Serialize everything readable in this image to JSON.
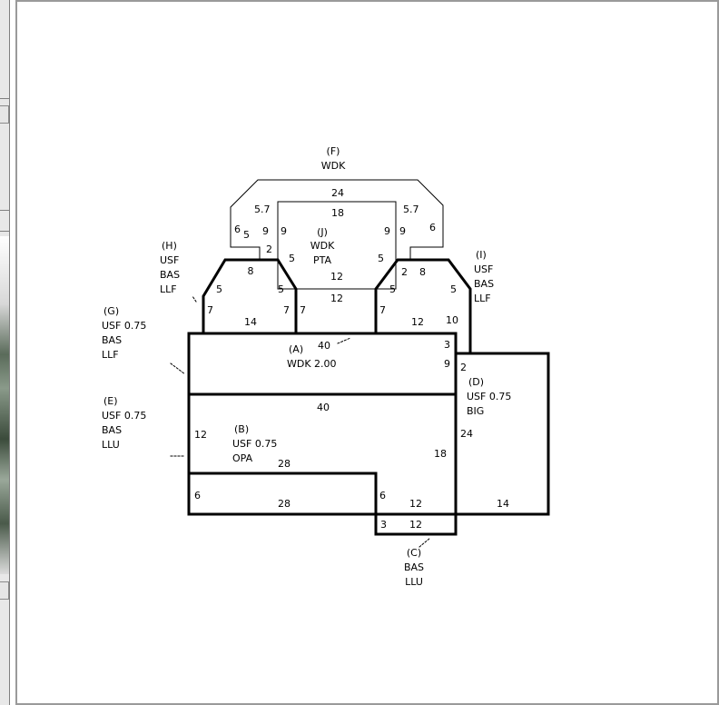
{
  "areas": [
    {
      "id": "F",
      "letter": "(F)",
      "lines": [
        "WDK"
      ]
    },
    {
      "id": "J",
      "letter": "(J)",
      "lines": [
        "WDK",
        "PTA"
      ]
    },
    {
      "id": "H",
      "letter": "(H)",
      "lines": [
        "USF",
        "BAS",
        "LLF"
      ]
    },
    {
      "id": "I",
      "letter": "(I)",
      "lines": [
        "USF",
        "BAS",
        "LLF"
      ]
    },
    {
      "id": "G",
      "letter": "(G)",
      "lines": [
        "USF 0.75",
        "BAS",
        "LLF"
      ]
    },
    {
      "id": "A",
      "letter": "(A)",
      "lines": [
        "WDK 2.00"
      ]
    },
    {
      "id": "D",
      "letter": "(D)",
      "lines": [
        "USF 0.75",
        "BIG"
      ]
    },
    {
      "id": "E",
      "letter": "(E)",
      "lines": [
        "USF 0.75",
        "BAS",
        "LLU"
      ]
    },
    {
      "id": "B",
      "letter": "(B)",
      "lines": [
        "USF 0.75",
        "OPA"
      ]
    },
    {
      "id": "C",
      "letter": "(C)",
      "lines": [
        "BAS",
        "LLU"
      ]
    }
  ],
  "dimensions": {
    "f_top": "24",
    "j_top": "18",
    "f_left_diag": "5.7",
    "f_right_diag": "5.7",
    "f_left_side": "6",
    "f_left_inner5": "5",
    "f_left_9a": "9",
    "f_left_9b": "9",
    "f_right_9a": "9",
    "f_right_9b": "9",
    "f_right_side": "6",
    "f_left_step": "2",
    "f_left_step5": "5",
    "f_right_step5": "5",
    "j_bottom": "12",
    "j_lower": "12",
    "h_top": "8",
    "h_left": "5",
    "h_right": "5",
    "h_left_side": "7",
    "h_right_side": "7",
    "h_bottom": "14",
    "j_left_side": "7",
    "i_left_side": "7",
    "i_step_2": "2",
    "i_top": "8",
    "i_left": "5",
    "i_right": "5",
    "i_bottom": "12",
    "i_right_side": "10",
    "a_top": "40",
    "a_right_step": "3",
    "a_right": "9",
    "d_top": "2",
    "d_right": "24",
    "d_bottom": "14",
    "b_top": "40",
    "b_left": "12",
    "b_right": "18",
    "b_step": "28",
    "e_left": "6",
    "e_bottom": "28",
    "c_left_upper": "6",
    "c_top": "12",
    "c_left": "3",
    "c_bottom": "12"
  }
}
